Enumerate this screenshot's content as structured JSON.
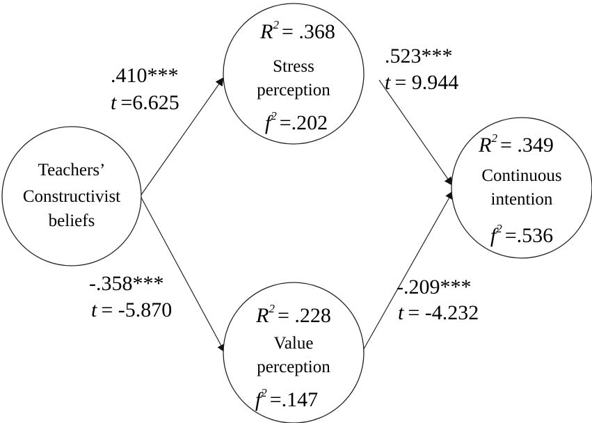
{
  "nodes": {
    "teachers": {
      "label_lines": [
        "Teachers’",
        "Constructivist",
        "beliefs"
      ]
    },
    "stress": {
      "r2": {
        "symbol": "R",
        "sup": "2",
        "value": "= .368"
      },
      "label_lines": [
        "Stress",
        "perception"
      ],
      "f2": {
        "symbol": "f",
        "sup": "2",
        "value": "=.202"
      }
    },
    "value": {
      "r2": {
        "symbol": "R",
        "sup": "2",
        "value": "= .228"
      },
      "label_lines": [
        "Value",
        "perception"
      ],
      "f2": {
        "symbol": "f",
        "sup": "2",
        "value": "=.147"
      }
    },
    "continuous": {
      "r2": {
        "symbol": "R",
        "sup": "2",
        "value": "= .349"
      },
      "label_lines": [
        "Continuous",
        "intention"
      ],
      "f2": {
        "symbol": "f",
        "sup": "2",
        "value": "=.536"
      }
    }
  },
  "paths": {
    "teachers_to_stress": {
      "coef": ".410***",
      "t_symbol": "t",
      "t_value": "=6.625"
    },
    "teachers_to_value": {
      "coef": "-.358***",
      "t_symbol": "t",
      "t_value": "= -5.870"
    },
    "stress_to_continuous": {
      "coef": ".523***",
      "t_symbol": "t",
      "t_value": "= 9.944"
    },
    "value_to_continuous": {
      "coef": "-.209***",
      "t_symbol": "t",
      "t_value": "= -4.232"
    }
  }
}
